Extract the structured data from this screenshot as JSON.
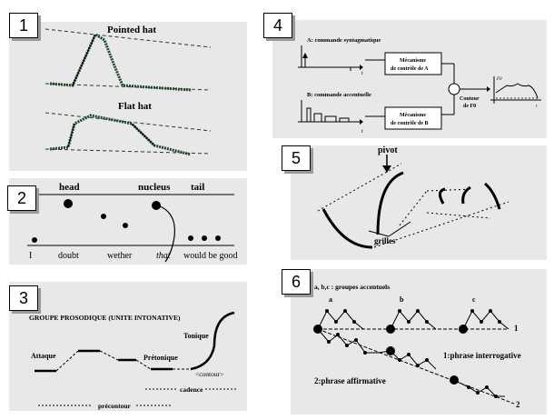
{
  "panels": {
    "p1": {
      "num": "1",
      "pointed": "Pointed hat",
      "flat": "Flat hat"
    },
    "p2": {
      "num": "2",
      "head": "head",
      "nucleus": "nucleus",
      "tail": "tail",
      "words": [
        "I",
        "doubt",
        "wether",
        "that",
        "would be good"
      ]
    },
    "p3": {
      "num": "3",
      "title": "GROUPE PROSODIQUE (UNITE INTONATIVE)",
      "tonique": "Tonique",
      "attaque": "Attaque",
      "pretonique": "Prétonique",
      "contour": "<contour>",
      "cadence": "cadence",
      "precontour": "précontour"
    },
    "p4": {
      "num": "4",
      "cmd_a": "A: commande syntagmatique",
      "cmd_b": "B: commande accentuelle",
      "mech_a_1": "Mécanisme",
      "mech_a_2": "de contrôle de A",
      "mech_b_1": "Mécanisme",
      "mech_b_2": "de contrôle de B",
      "contour_1": "Contour",
      "contour_2": "de F0",
      "t": "t",
      "f0": "F0"
    },
    "p5": {
      "num": "5",
      "pivot": "pivot",
      "grilles": "grilles"
    },
    "p6": {
      "num": "6",
      "groups": "a, b,c : groupes accentuels",
      "a": "a",
      "b": "b",
      "c": "c",
      "one": "1",
      "two": "2",
      "interrog": "1:phrase interrogative",
      "affirm": "2:phrase affirmative"
    }
  }
}
